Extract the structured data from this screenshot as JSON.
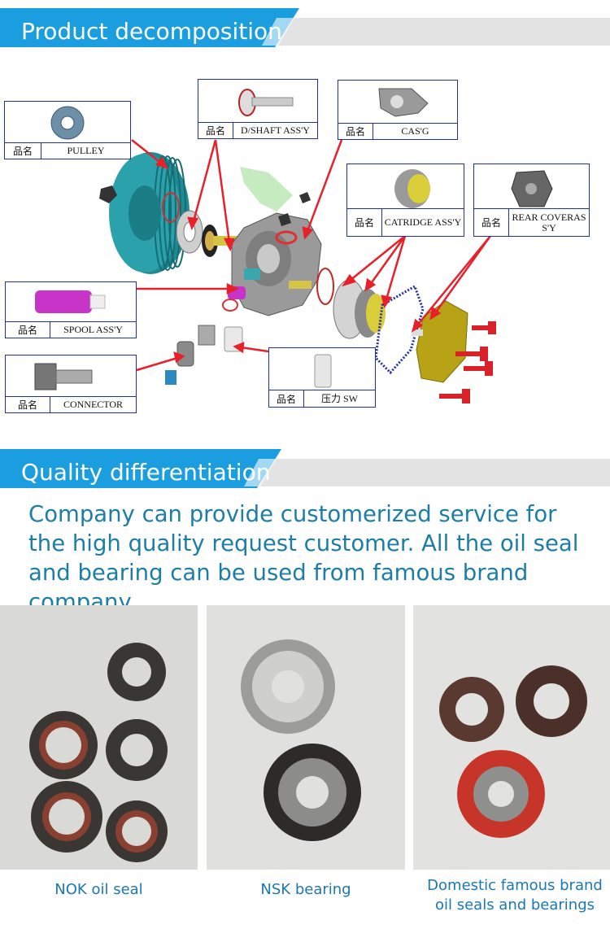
{
  "sections": {
    "decomposition": {
      "title": "Product decomposition"
    },
    "quality": {
      "title": "Quality differentiation"
    }
  },
  "part_label_key": "品名",
  "parts": {
    "pulley": "PULLEY",
    "shaft": "D/SHAFT ASS'Y",
    "casing": "CAS'G",
    "cartridge": "CATRIDGE ASS'Y",
    "rear_cover": "REAR COVERAS S'Y",
    "spool": "SPOOL ASS'Y",
    "connector": "CONNECTOR",
    "pressure_switch": "压力 SW"
  },
  "quality_text": "Company can provide customerized service for the high quality request customer. All the oil seal and bearing can be used from famous brand company.",
  "photos": [
    {
      "caption": "NOK oil seal"
    },
    {
      "caption": "NSK bearing"
    },
    {
      "caption": "Domestic famous brand oil seals and bearings"
    }
  ],
  "colors": {
    "accent": "#1a9ee0",
    "arrow": "#e8202a",
    "box_border": "#1f2fa8",
    "text": "#1c7ea6"
  }
}
